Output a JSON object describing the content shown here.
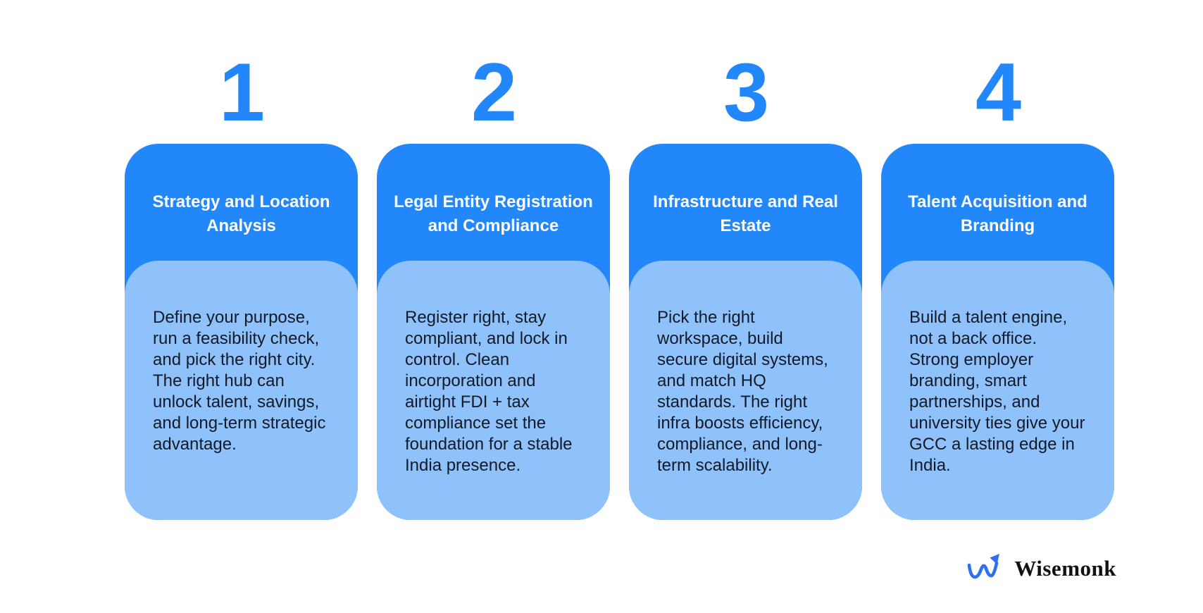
{
  "colors": {
    "accent_blue": "#2187FA",
    "light_blue": "#8FC1FA",
    "body_text": "#121A28",
    "title_text": "#FFFFFF",
    "logo_mark_blue": "#2F6FF2",
    "logo_text_black": "#111111",
    "background": "#FFFFFF"
  },
  "steps": [
    {
      "number": "1",
      "title": "Strategy and Location\nAnalysis",
      "description": "Define your purpose,\nrun a feasibility check,\nand pick the right city.\nThe right hub can\nunlock talent, savings,\nand long-term strategic\nadvantage."
    },
    {
      "number": "2",
      "title": "Legal Entity Registration\nand Compliance",
      "description": "Register right, stay\ncompliant, and lock in\ncontrol. Clean\nincorporation and\nairtight FDI + tax\ncompliance set the\nfoundation for a stable\nIndia presence."
    },
    {
      "number": "3",
      "title": "Infrastructure and Real\nEstate",
      "description": "Pick the right\nworkspace, build\nsecure digital systems,\nand match HQ\nstandards. The right\ninfra boosts efficiency,\ncompliance, and long-\nterm scalability."
    },
    {
      "number": "4",
      "title": "Talent Acquisition and\nBranding",
      "description": "Build a talent engine,\nnot a back office.\nStrong employer\nbranding, smart\npartnerships, and\nuniversity ties give your\nGCC a lasting edge in\nIndia."
    }
  ],
  "footer": {
    "brand": "Wisemonk",
    "logo_icon": "wave-arrow-up"
  }
}
